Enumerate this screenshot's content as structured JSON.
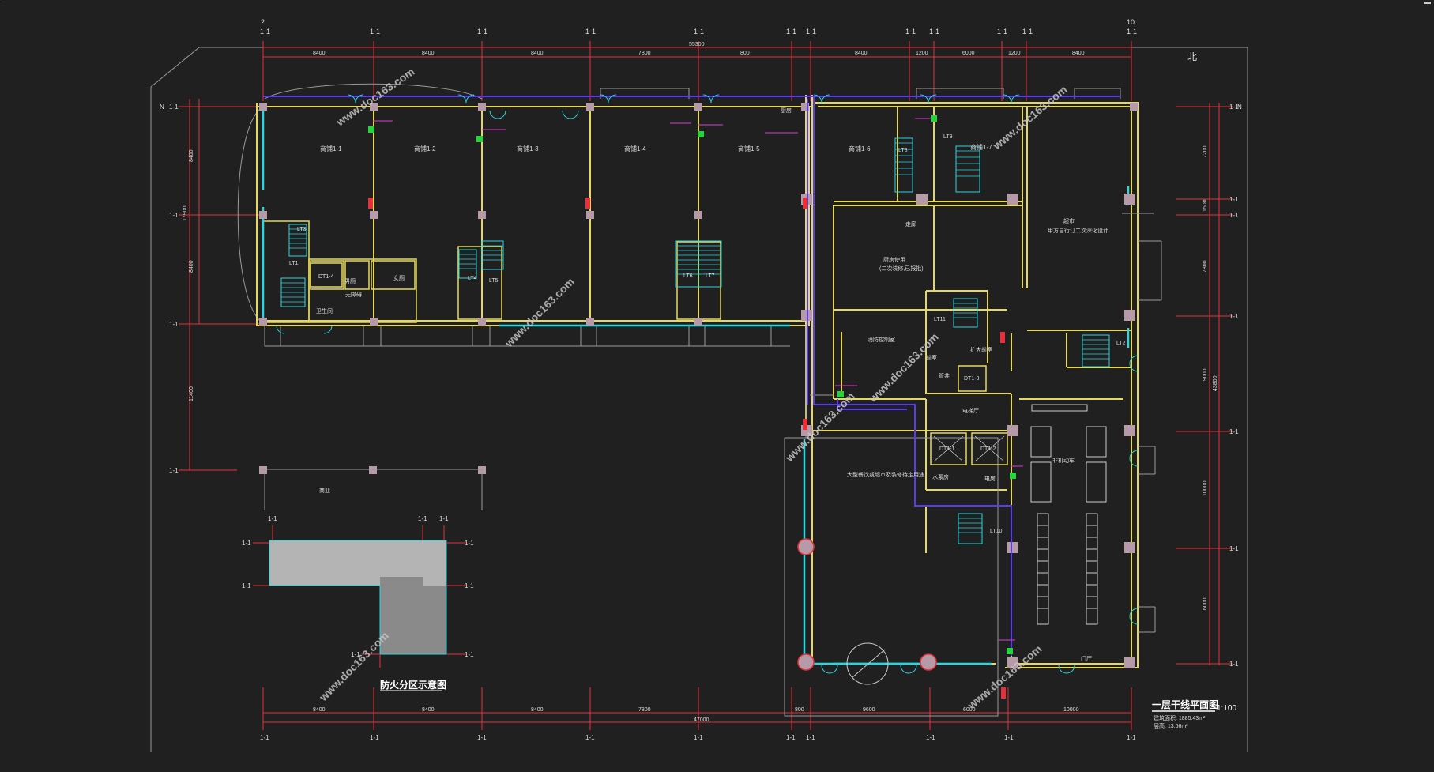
{
  "window": {
    "title": "...",
    "controls": "▬"
  },
  "drawing": {
    "north_label": "北",
    "total_dim_top": "55300",
    "total_dim_bottom": "47000",
    "top_dims": [
      "8400",
      "8400",
      "8400",
      "7800",
      "800",
      "8400",
      "1200",
      "6000",
      "1200",
      "8400"
    ],
    "bottom_dims": [
      "8400",
      "8400",
      "8400",
      "7800",
      "800",
      "9600",
      "6000",
      "10000"
    ],
    "left_dims": [
      "8400",
      "8400",
      "11400"
    ],
    "left_total": "17900",
    "right_dims": [
      "7200",
      "1500",
      "7800",
      "9000",
      "10000",
      "6000"
    ],
    "right_total": "43800",
    "axis_top_first": "2",
    "axis_top_last": "10",
    "axis_label_generic": "1-1",
    "row_label": "N",
    "shops": [
      "商铺1-1",
      "商铺1-2",
      "商铺1-3",
      "商铺1-4",
      "商铺1-5",
      "商铺1-6",
      "商铺1-7"
    ],
    "rooms": {
      "kitchen": "厨房",
      "cook": "厨房使用",
      "cook_sub": "(二次装修,已报批)",
      "supermarket": "超市",
      "supermarket_sub": "甲方自行订二次深化设计",
      "control": "消防控制室",
      "big_hall": "大型餐饮或超市及装修待定用途",
      "parking": "非机动车",
      "power": "电梯厅",
      "fire_room": "扩大前室",
      "pipe": "管井",
      "elec": "电房",
      "toilet": "卫生间",
      "female": "女厕",
      "male": "男厕",
      "accessible": "无障碍",
      "water": "水泵房",
      "front": "前室",
      "corridor": "走廊",
      "lobby": "门厅"
    },
    "stairs": [
      "LT1",
      "LT3",
      "LT4",
      "LT5",
      "LT6",
      "LT7",
      "LT8",
      "LT9",
      "LT10",
      "LT11",
      "LT2"
    ],
    "shafts": [
      "DT1-1",
      "DT1-2",
      "DT1-3",
      "DT1-4"
    ],
    "watermarks": [
      "www.doc163.com",
      "www.doc163.com",
      "www.doc163.com",
      "www.doc163.com",
      "www.doc163.com",
      "www.doc163.com",
      "www.doc163.com"
    ],
    "inset_title": "防火分区示意图",
    "inset_room": "商业",
    "plan_title": "一层干线平面图",
    "plan_scale": "1:100",
    "area_line1": "建筑面积: 1885.43m²",
    "area_line2": "层高: 13.66m²",
    "colors": {
      "background": "#202020",
      "wall_yellow": "#e6d95a",
      "dim_red": "#e8303a",
      "glass_cyan": "#2ad7e0",
      "cable_blue": "#5a3cf0",
      "magenta": "#e13ae0",
      "green": "#27d33a",
      "column": "#b79aa8"
    }
  }
}
